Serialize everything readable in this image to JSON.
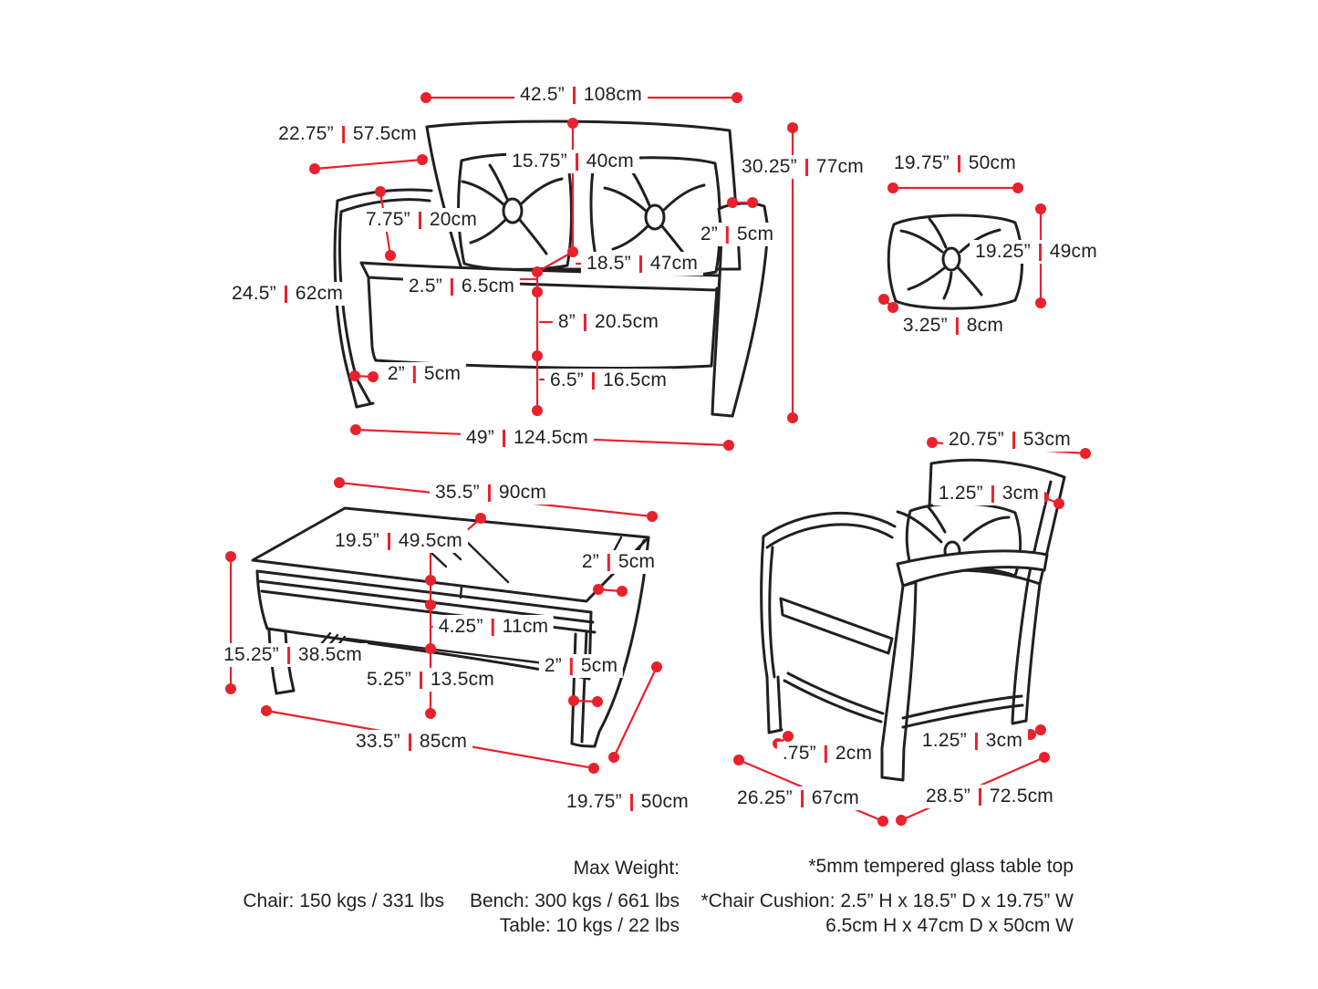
{
  "colors": {
    "accent": "#e8212d",
    "ink": "#231f20",
    "background": "#ffffff"
  },
  "bench": {
    "dims": {
      "back_top_width": {
        "in": "42.5”",
        "cm": "108cm"
      },
      "back_diagonal": {
        "in": "22.75”",
        "cm": "57.5cm"
      },
      "cushion_width": {
        "in": "15.75”",
        "cm": "40cm"
      },
      "overall_height": {
        "in": "30.25”",
        "cm": "77cm"
      },
      "cushion_height": {
        "in": "7.75”",
        "cm": "20cm"
      },
      "arm_top_depth": {
        "in": "2”",
        "cm": "5cm"
      },
      "seat_depth": {
        "in": "18.5”",
        "cm": "47cm"
      },
      "seat_thickness": {
        "in": "2.5”",
        "cm": "6.5cm"
      },
      "arm_height": {
        "in": "24.5”",
        "cm": "62cm"
      },
      "apron_height": {
        "in": "8”",
        "cm": "20.5cm"
      },
      "leg_width": {
        "in": "2”",
        "cm": "5cm"
      },
      "ground_clearance": {
        "in": "6.5”",
        "cm": "16.5cm"
      },
      "overall_width": {
        "in": "49”",
        "cm": "124.5cm"
      }
    }
  },
  "cushion": {
    "dims": {
      "width": {
        "in": "19.75”",
        "cm": "50cm"
      },
      "height": {
        "in": "19.25”",
        "cm": "49cm"
      },
      "thickness": {
        "in": "3.25”",
        "cm": "8cm"
      }
    }
  },
  "table": {
    "dims": {
      "top_width": {
        "in": "35.5”",
        "cm": "90cm"
      },
      "top_depth": {
        "in": "19.5”",
        "cm": "49.5cm"
      },
      "top_thickness": {
        "in": "2”",
        "cm": "5cm"
      },
      "apron_height": {
        "in": "4.25”",
        "cm": "11cm"
      },
      "height": {
        "in": "15.25”",
        "cm": "38.5cm"
      },
      "leg_width": {
        "in": "2”",
        "cm": "5cm"
      },
      "clearance": {
        "in": "5.25”",
        "cm": "13.5cm"
      },
      "base_width": {
        "in": "33.5”",
        "cm": "85cm"
      },
      "depth": {
        "in": "19.75”",
        "cm": "50cm"
      }
    }
  },
  "chair": {
    "dims": {
      "back_width": {
        "in": "20.75”",
        "cm": "53cm"
      },
      "back_frame": {
        "in": "1.25”",
        "cm": "3cm"
      },
      "foot_height": {
        "in": ".75”",
        "cm": "2cm"
      },
      "frame_width": {
        "in": "1.25”",
        "cm": "3cm"
      },
      "depth": {
        "in": "26.25”",
        "cm": "67cm"
      },
      "width": {
        "in": "28.5”",
        "cm": "72.5cm"
      }
    }
  },
  "notes": {
    "max_weight_title": "Max Weight:",
    "chair_weight": "Chair: 150 kgs / 331 lbs",
    "bench_weight": "Bench: 300 kgs / 661 lbs",
    "table_weight": "Table: 10 kgs / 22 lbs",
    "glass_note": "*5mm tempered glass table top",
    "cushion_note_imperial": "*Chair Cushion: 2.5” H x 18.5” D x 19.75” W",
    "cushion_note_metric": "6.5cm H x 47cm D x 50cm W"
  }
}
